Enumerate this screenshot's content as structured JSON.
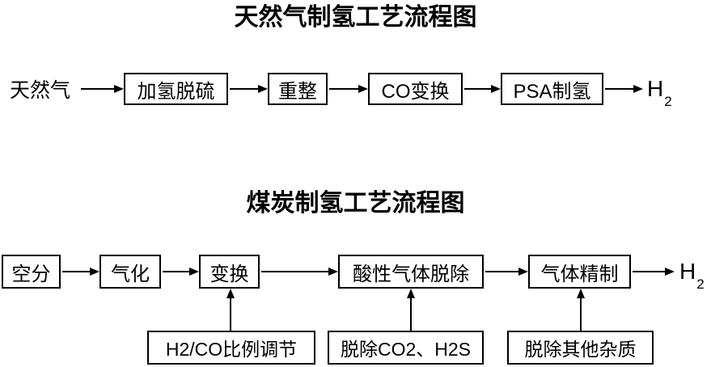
{
  "colors": {
    "background": "#ffffff",
    "line": "#000000",
    "text": "#000000"
  },
  "diagram1": {
    "title": "天然气制氢工艺流程图",
    "source": "天然气",
    "boxes": [
      "加氢脱硫",
      "重整",
      "CO变换",
      "PSA制氢"
    ],
    "product": {
      "base": "H",
      "sub": "2"
    }
  },
  "diagram2": {
    "title": "煤炭制氢工艺流程图",
    "boxes": [
      "空分",
      "气化",
      "变换",
      "酸性气体脱除",
      "气体精制"
    ],
    "product": {
      "base": "H",
      "sub": "2"
    },
    "sub_steps": [
      {
        "label": "H2/CO比例调节",
        "connects_to": "变换"
      },
      {
        "label": "脱除CO2、H2S",
        "connects_to": "酸性气体脱除"
      },
      {
        "label": "脱除其他杂质",
        "connects_to": "气体精制"
      }
    ]
  }
}
